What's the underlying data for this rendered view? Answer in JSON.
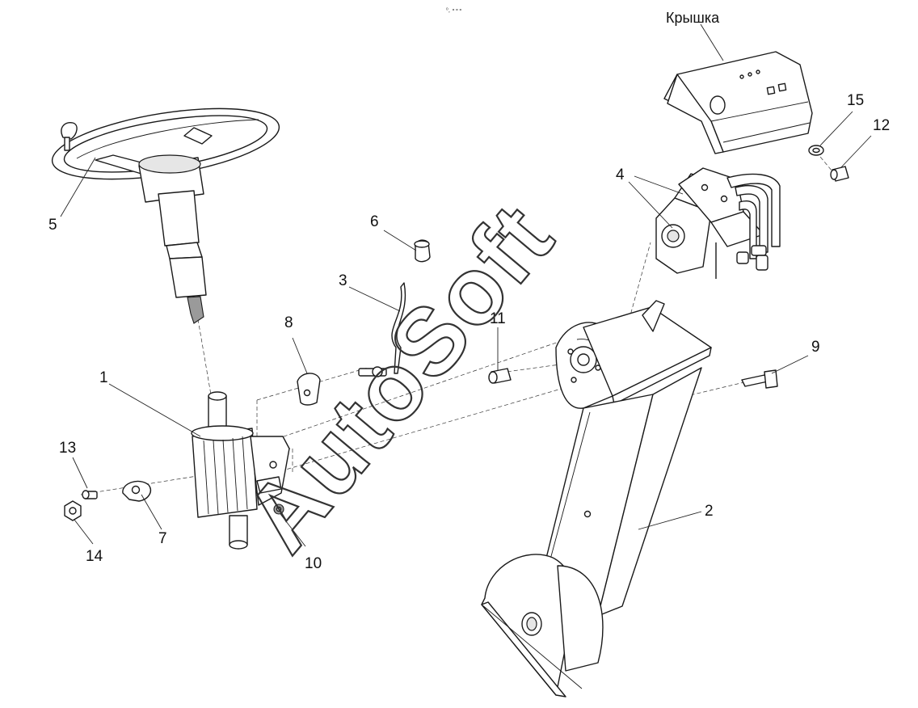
{
  "header": {
    "mark": "ᵒ˳ ∘∘∘"
  },
  "labels": {
    "cover": "Крышка",
    "p1": "1",
    "p2": "2",
    "p3": "3",
    "p4": "4",
    "p5": "5",
    "p6": "6",
    "p7": "7",
    "p8": "8",
    "p9": "9",
    "p10": "10",
    "p11": "11",
    "p12": "12",
    "p13": "13",
    "p14": "14",
    "p15": "15"
  },
  "watermark": {
    "text": "AutoSoft"
  }
}
